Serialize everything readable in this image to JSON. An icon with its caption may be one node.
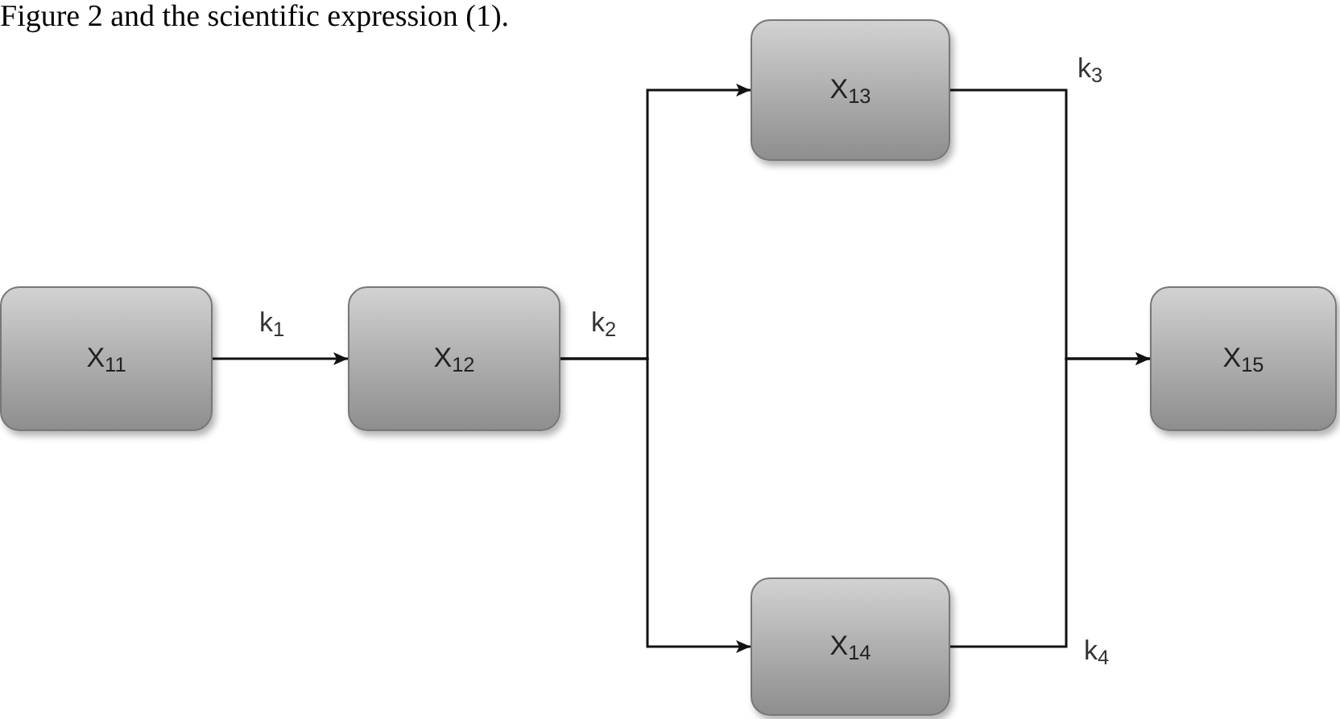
{
  "diagram": {
    "nodes": [
      {
        "text": [
          "X$_{11}$"
        ]
      },
      {
        "text": [
          "X$_{12}$"
        ]
      },
      {
        "text": [
          "X$_{13}$"
        ]
      },
      {
        "text": [
          "X$_{14}$"
        ]
      },
      {
        "text": [
          "X$_{15}$"
        ]
      }
    ],
    "edges": [
      {
        "from": 0,
        "to": 1,
        "arrow": "to",
        "label": "k$_{1}$"
      },
      {
        "from": 1,
        "to": 2,
        "arrow": "to",
        "label": "k$_{2}$"
      },
      {
        "from": 1,
        "to": 3,
        "arrow": "to"
      },
      {
        "from": 2,
        "to": 4,
        "arrow": "to",
        "label": "k$_{3}$"
      },
      {
        "from": 3,
        "to": 4,
        "arrow": "to",
        "label": "k$_{4}$"
      }
    ],
    "labels": [
      "Figure 2 and the scientific expression (1)."
    ]
  }
}
